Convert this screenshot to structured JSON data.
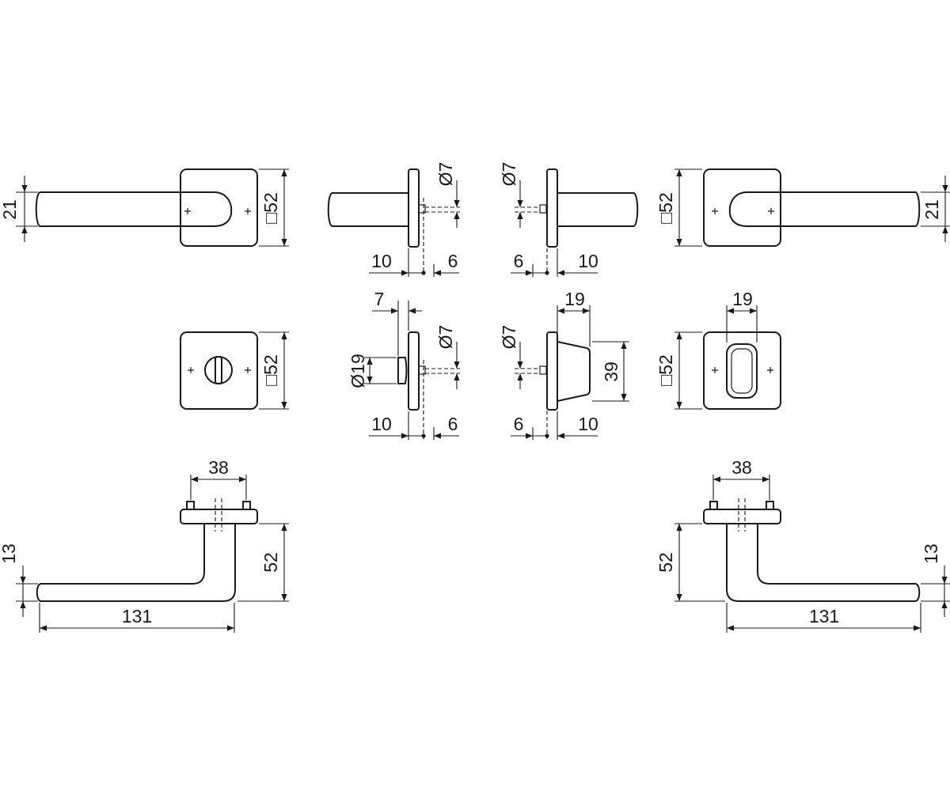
{
  "views": {
    "lever_rose_left": {
      "grip_height": "21",
      "rose_size": "□52"
    },
    "lever_side_left": {
      "pin_diameter": "Ø7",
      "rose_to_axis": "10",
      "spindle_offset": "6"
    },
    "lever_side_right": {
      "pin_diameter": "Ø7",
      "spindle_offset": "6",
      "rose_to_axis": "10"
    },
    "lever_rose_right": {
      "rose_size": "□52",
      "grip_height": "21"
    },
    "turn_rose_front": {
      "rose_size": "□52"
    },
    "turn_side": {
      "turn_length": "7",
      "turn_diameter": "Ø19",
      "pin_diameter": "Ø7",
      "rose_to_axis": "10",
      "spindle_offset": "6"
    },
    "release_side": {
      "pin_diameter": "Ø7",
      "release_width": "19",
      "release_height": "39",
      "spindle_offset": "6",
      "rose_to_axis": "10"
    },
    "release_rose_front": {
      "slot_width": "19",
      "rose_size": "□52"
    },
    "lever_top_left": {
      "screw_spacing": "38",
      "grip_thickness": "13",
      "projection": "52",
      "lever_length": "131"
    },
    "lever_top_right": {
      "screw_spacing": "38",
      "projection": "52",
      "grip_thickness": "13",
      "lever_length": "131"
    }
  }
}
